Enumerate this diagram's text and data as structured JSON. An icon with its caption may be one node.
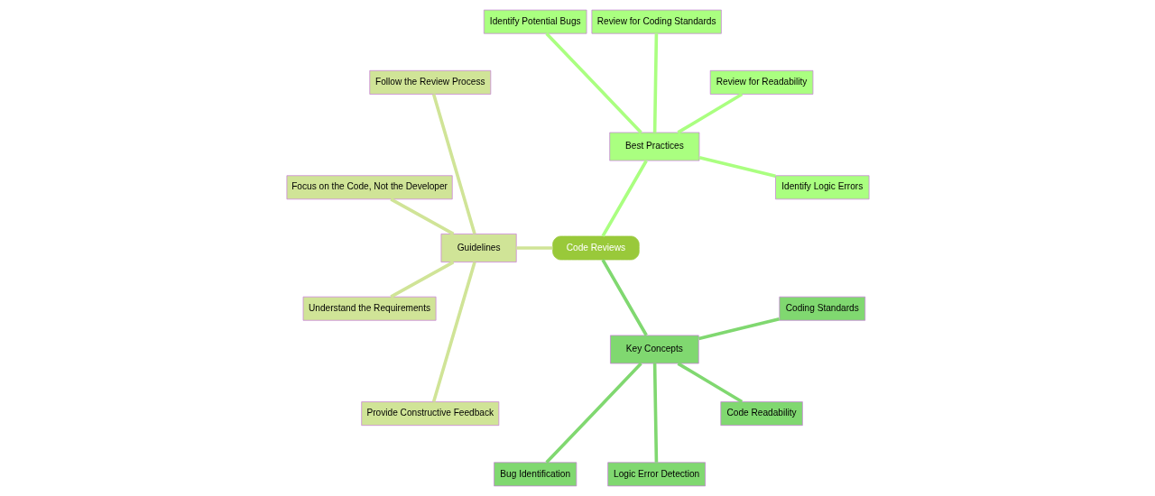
{
  "diagram": {
    "nodes": [
      {
        "text": [
          "Code Reviews"
        ]
      },
      {
        "text": [
          "Best Practices"
        ]
      },
      {
        "text": [
          "Identify Logic Errors"
        ]
      },
      {
        "text": [
          "Review for Readability"
        ]
      },
      {
        "text": [
          "Review for Coding Standards"
        ]
      },
      {
        "text": [
          "Identify Potential Bugs"
        ]
      },
      {
        "text": [
          "Guidelines"
        ]
      },
      {
        "text": [
          "Follow the Review Process"
        ]
      },
      {
        "text": [
          "Focus on the Code, Not the Developer"
        ]
      },
      {
        "text": [
          "Understand the Requirements"
        ]
      },
      {
        "text": [
          "Provide Constructive Feedback"
        ]
      },
      {
        "text": [
          "Key Concepts"
        ]
      },
      {
        "text": [
          "Bug Identification"
        ]
      },
      {
        "text": [
          "Logic Error Detection"
        ]
      },
      {
        "text": [
          "Code Readability"
        ]
      },
      {
        "text": [
          "Coding Standards"
        ]
      }
    ],
    "edges": [
      {
        "from": 0,
        "to": 1,
        "arrow": "none",
        "color": "#aaff80"
      },
      {
        "from": 1,
        "to": 2,
        "arrow": "none",
        "color": "#aaff80"
      },
      {
        "from": 1,
        "to": 3,
        "arrow": "none",
        "color": "#aaff80"
      },
      {
        "from": 1,
        "to": 4,
        "arrow": "none",
        "color": "#aaff80"
      },
      {
        "from": 1,
        "to": 5,
        "arrow": "none",
        "color": "#aaff80"
      },
      {
        "from": 0,
        "to": 6,
        "arrow": "none",
        "color": "#d0e497"
      },
      {
        "from": 6,
        "to": 7,
        "arrow": "none",
        "color": "#d0e497"
      },
      {
        "from": 6,
        "to": 8,
        "arrow": "none",
        "color": "#d0e497"
      },
      {
        "from": 6,
        "to": 9,
        "arrow": "none",
        "color": "#d0e497"
      },
      {
        "from": 6,
        "to": 10,
        "arrow": "none",
        "color": "#d0e497"
      },
      {
        "from": 0,
        "to": 11,
        "arrow": "none",
        "color": "#80d870"
      },
      {
        "from": 11,
        "to": 12,
        "arrow": "none",
        "color": "#80d870"
      },
      {
        "from": 11,
        "to": 13,
        "arrow": "none",
        "color": "#80d870"
      },
      {
        "from": 11,
        "to": 14,
        "arrow": "none",
        "color": "#80d870"
      },
      {
        "from": 11,
        "to": 15,
        "arrow": "none",
        "color": "#80d870"
      }
    ]
  }
}
